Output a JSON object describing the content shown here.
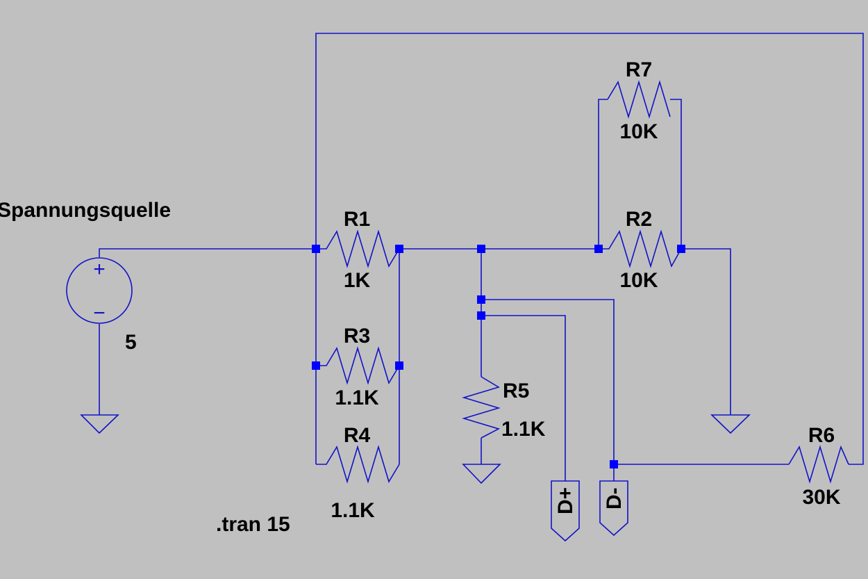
{
  "source": {
    "name": "Spannungsquelle",
    "value": "5",
    "plus_glyph": "+",
    "minus_glyph": "−"
  },
  "resistors": {
    "r1": {
      "name": "R1",
      "value": "1K"
    },
    "r2": {
      "name": "R2",
      "value": "10K"
    },
    "r3": {
      "name": "R3",
      "value": "1.1K"
    },
    "r4": {
      "name": "R4",
      "value": "1.1K"
    },
    "r5": {
      "name": "R5",
      "value": "1.1K"
    },
    "r6": {
      "name": "R6",
      "value": "30K"
    },
    "r7": {
      "name": "R7",
      "value": "10K"
    }
  },
  "ports": {
    "dplus": "D+",
    "dminus": "D-"
  },
  "directive": ".tran 15",
  "colors": {
    "background": "#c0c0c0",
    "wire": "#1212c8",
    "node": "#0000ff",
    "text": "#000000"
  }
}
